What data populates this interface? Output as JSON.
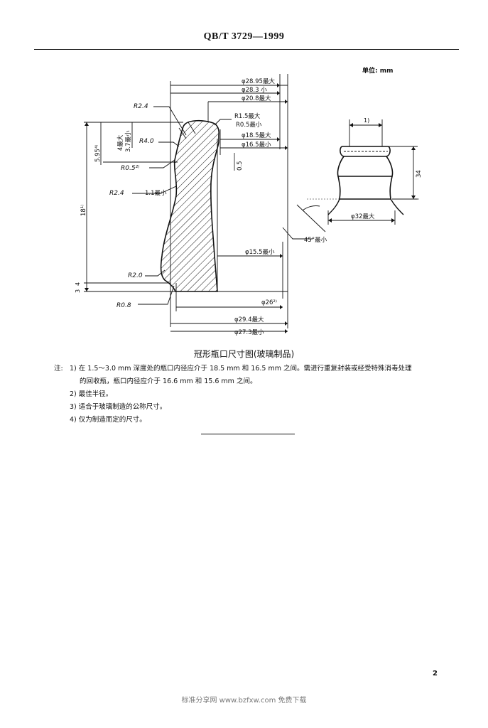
{
  "header": {
    "title": "QB/T 3729—1999"
  },
  "unit_label": "单位: mm",
  "drawing": {
    "dims": {
      "d_28_95_max": "φ28.95最大",
      "d_28_3_min": "φ28.3 小",
      "d_26_8_max": "φ20.8最大",
      "r_1_5_max": "R1.5最大",
      "r_0_5_min": "R0.5最小",
      "d_18_5_max": "φ18.5最大",
      "d_16_5_min": "φ16.5最小",
      "d_15_5_min": "φ15.5最小",
      "d_26": "φ26²⁾",
      "d_29_4_max": "φ29.4最大",
      "d_27_3_min": "φ27.3最小",
      "r_2_4_top": "R2.4",
      "r_4_0": "R4.0",
      "r_0_5": "R0.5²⁾",
      "r_2_4_mid": "R2.4",
      "r_2_0": "R2.0",
      "r_0_8": "R0.8",
      "v_4_max": "4最大",
      "v_3_7_min": "3.7最小",
      "v_5_95": "5.95⁴⁾",
      "v_18": "18¹⁾",
      "v_1_1_min": "1.1最小",
      "v_0_5": "0.5",
      "v_4": "4",
      "v_3": "3",
      "note_ref_1": "1)",
      "v_34": "34",
      "d_32_max": "φ32最大",
      "angle_45_min": "45°最小"
    }
  },
  "caption": "冠形瓶口尺寸图(玻璃制品)",
  "notes": {
    "label": "注:",
    "n1_line1": "1) 在 1.5～3.0 mm 深度处的瓶口内径应介于 18.5 mm 和 16.5 mm 之间。需进行重复封装或经受特殊消毒处理",
    "n1_line2": "的回收瓶，瓶口内径应介于 16.6 mm 和 15.6 mm 之间。",
    "n2": "2) 最佳半径。",
    "n3": "3) 适合于玻璃制造的公称尺寸。",
    "n4": "4) 仅为制造而定的尺寸。"
  },
  "page_number": "2",
  "footer": "标准分享网 www.bzfxw.com 免费下载"
}
